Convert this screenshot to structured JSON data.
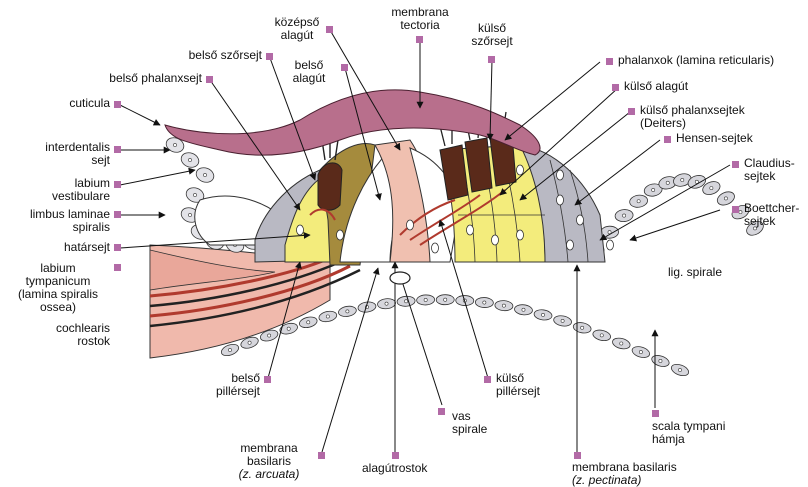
{
  "colors": {
    "marker": "#b26aa6",
    "tectoria": "#b86f8c",
    "tectoria_stroke": "#4a2030",
    "bone_pink": "#f0b9ac",
    "salmon": "#e9b7a5",
    "olive": "#a58b3d",
    "outer_hair": "#5a2a1a",
    "yellow": "#f3ec7c",
    "grey": "#b9b9c3",
    "light_grey": "#d6d6dc",
    "nerve_red": "#b03a2e",
    "nerve_dark": "#222222",
    "cell_stroke": "#333333"
  },
  "labels": {
    "cuticula": "cuticula",
    "interdentalis": [
      "interdentalis",
      "sejt"
    ],
    "labium_vestibulare": [
      "labium",
      "vestibulare"
    ],
    "limbus": [
      "limbus laminae",
      "spiralis"
    ],
    "hatarsejt": "határsejt",
    "labium_tympanicum": [
      "labium",
      "tympanicum",
      "(lamina spiralis",
      "ossea)"
    ],
    "cochlearis": [
      "cochlearis",
      "rostok"
    ],
    "belso_szorsejt": "belső szőrsejt",
    "belso_phalanxsejt": "belső phalanxsejt",
    "kozepso_alagut": [
      "középső",
      "alagút"
    ],
    "belso_alagut": [
      "belső",
      "alagút"
    ],
    "membrana_tectoria": [
      "membrana",
      "tectoria"
    ],
    "kulso_szorsejt": [
      "külső",
      "szőrsejt"
    ],
    "phalanxok": "phalanxok (lamina reticularis)",
    "kulso_alagut": "külső alagút",
    "kulso_phalanxsejtek": [
      "külső phalanxsejtek",
      "(Deiters)"
    ],
    "hensen": "Hensen-sejtek",
    "claudius": [
      "Claudius-",
      "sejtek"
    ],
    "boettcher": [
      "Boettcher-",
      "sejtek"
    ],
    "lig_spirale": "lig. spirale",
    "belso_pillersejt": [
      "belső",
      "pillérsejt"
    ],
    "kulso_pillersejt": [
      "külső",
      "pillérsejt"
    ],
    "vas_spirale": [
      "vas",
      "spirale"
    ],
    "scala_tympani": [
      "scala tympani",
      "hámja"
    ],
    "membrana_basilaris_arcuata": [
      "membrana",
      "basilaris",
      "(z. arcuata)"
    ],
    "alagutrostok": "alagútrostok",
    "membrana_basilaris_pectinata": [
      "membrana basilaris",
      "(z. pectinata)"
    ]
  }
}
